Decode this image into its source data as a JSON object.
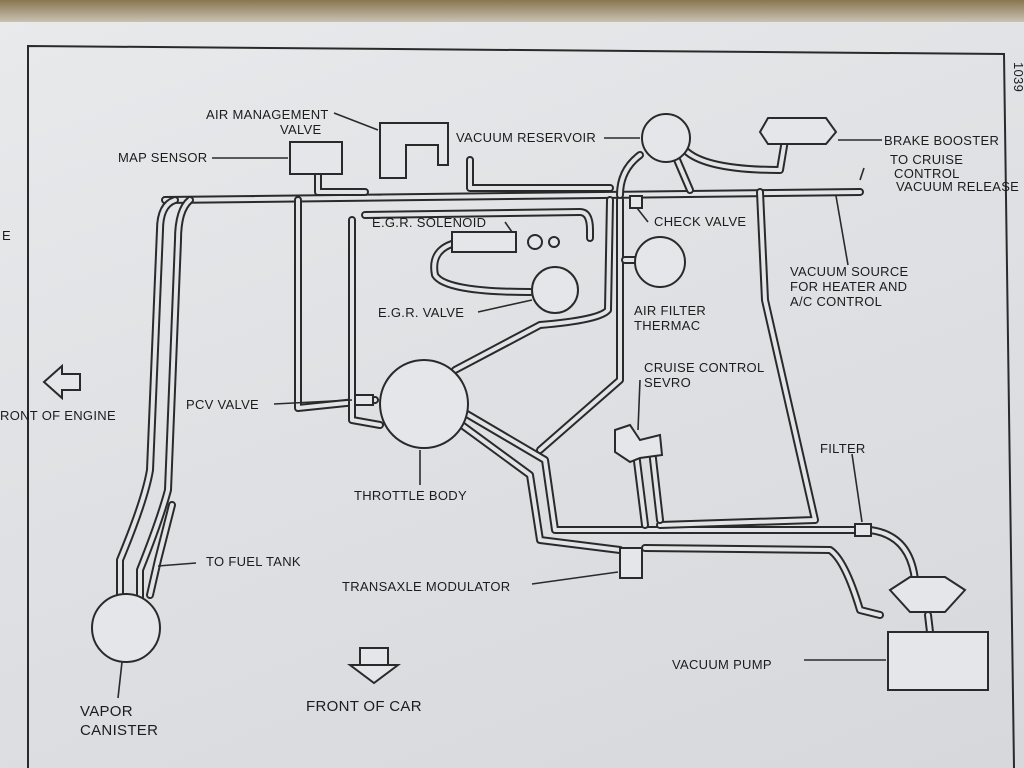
{
  "diagram": {
    "page_number": "1039",
    "margin_mark": "E",
    "labels": {
      "air_management_valve_1": "AIR MANAGEMENT",
      "air_management_valve_2": "VALVE",
      "map_sensor": "MAP SENSOR",
      "vacuum_reservoir": "VACUUM RESERVOIR",
      "brake_booster": "BRAKE BOOSTER",
      "to_cruise_1": "TO CRUISE",
      "to_cruise_2": "CONTROL",
      "to_cruise_3": "VACUUM RELEASE",
      "egr_solenoid": "E.G.R. SOLENOID",
      "check_valve": "CHECK VALVE",
      "vacuum_source_1": "VACUUM SOURCE",
      "vacuum_source_2": "FOR HEATER AND",
      "vacuum_source_3": "A/C CONTROL",
      "egr_valve": "E.G.R. VALVE",
      "air_filter_1": "AIR FILTER",
      "air_filter_2": "THERMAC",
      "cruise_servo_1": "CRUISE CONTROL",
      "cruise_servo_2": "SEVRO",
      "front_of_engine": "RONT OF ENGINE",
      "pcv_valve": "PCV VALVE",
      "filter": "FILTER",
      "throttle_body": "THROTTLE BODY",
      "to_fuel_tank": "TO FUEL TANK",
      "transaxle_modulator": "TRANSAXLE MODULATOR",
      "vacuum_pump": "VACUUM PUMP",
      "front_of_car": "FRONT OF CAR",
      "vapor_canister_1": "VAPOR",
      "vapor_canister_2": "CANISTER"
    }
  }
}
